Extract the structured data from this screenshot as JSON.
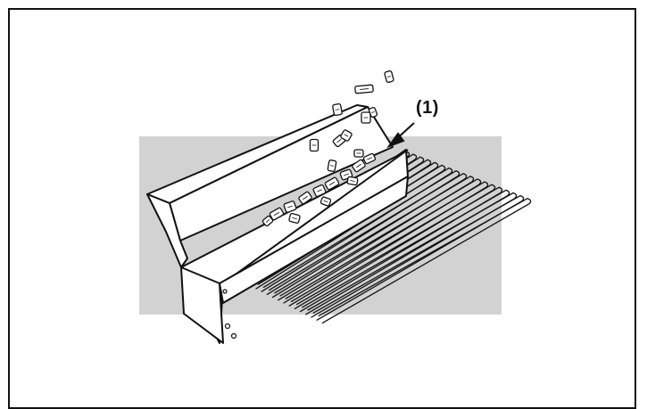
{
  "figure": {
    "callout_label": "(1)",
    "parts": [
      "crumb-tray",
      "grill-grates",
      "food-debris"
    ],
    "colors": {
      "background_panel": "#d2d2d2",
      "line": "#111111",
      "fill": "#ffffff"
    }
  }
}
